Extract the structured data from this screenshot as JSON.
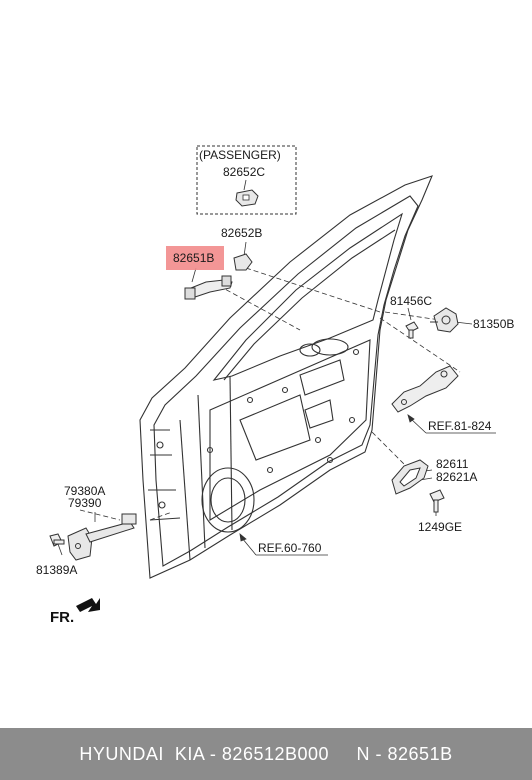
{
  "passenger_box": {
    "title": "(PASSENGER)",
    "part": "82652C"
  },
  "labels": {
    "p82652B": "82652B",
    "p82651B": "82651B",
    "p81456C": "81456C",
    "p81350B": "81350B",
    "ref_81_824": "REF.81-824",
    "p82611": "82611",
    "p82621A": "82621A",
    "p1249GE": "1249GE",
    "ref_60_760": "REF.60-760",
    "p79380A": "79380A",
    "p79390": "79390",
    "p81389A": "81389A",
    "fr": "FR."
  },
  "highlight_color": "#f28b8b",
  "footer": {
    "text": "HYUNDAI  KIA - 826512B000     N - 82651B"
  }
}
